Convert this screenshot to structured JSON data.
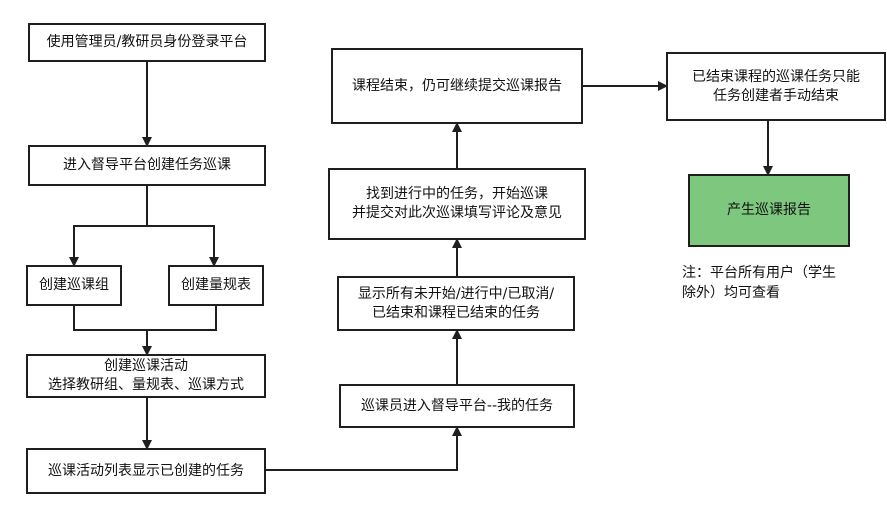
{
  "nodes": {
    "login": "使用管理员/教研员身份登录平台",
    "enter_platform": "进入督导平台创建任务巡课",
    "create_group": "创建巡课组",
    "create_scale": "创建量规表",
    "create_activity": "创建巡课活动\n选择教研组、量规表、巡课方式",
    "activity_list": "巡课活动列表显示已创建的任务",
    "inspector_enter": "巡课员进入督导平台--我的任务",
    "show_tasks": "显示所有未开始/进行中/已取消/\n已结束和课程已结束的任务",
    "start_inspection": "找到进行中的任务，开始巡课\n并提交对此次巡课填写评论及意见",
    "course_ended": "课程结束，仍可继续提交巡课报告",
    "end_by_creator": "已结束课程的巡课任务只能\n任务创建者手动结束",
    "report": "产生巡课报告"
  },
  "note": "注：平台所有用户（学生\n除外）均可查看",
  "colors": {
    "line": "#1f1f1f",
    "box_border": "#1f1f1f",
    "report_fill": "#7dc87e"
  }
}
